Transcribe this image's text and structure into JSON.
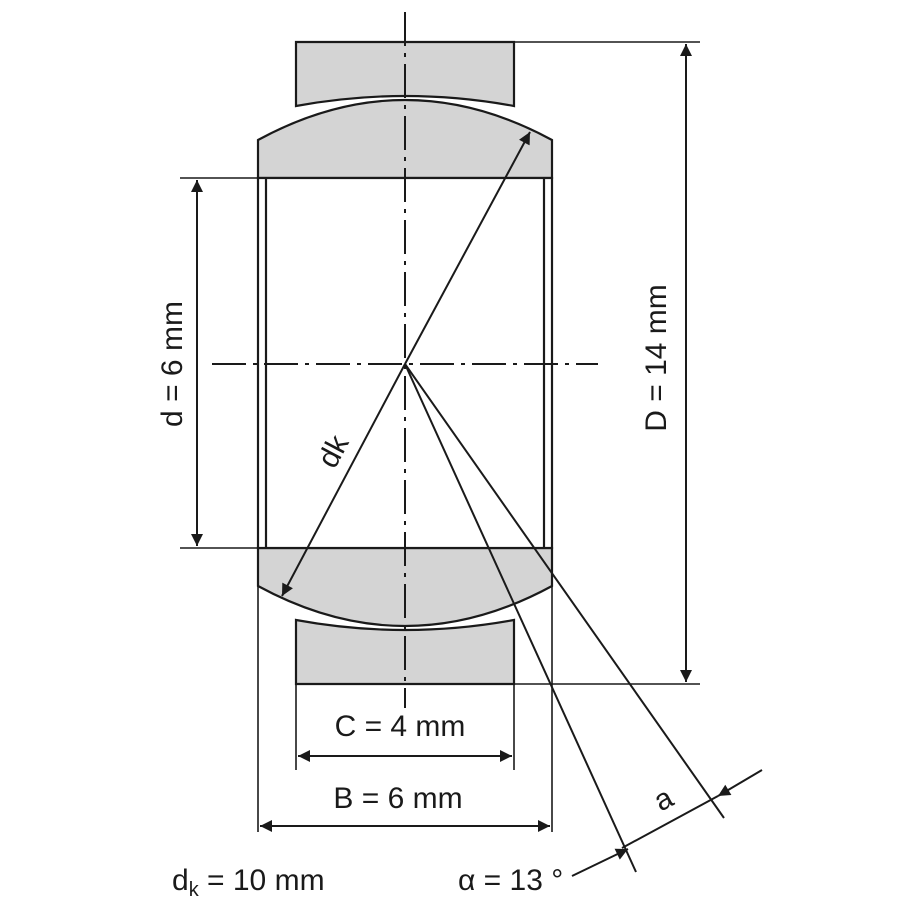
{
  "labels": {
    "bore_diameter": "d = 6 mm",
    "outer_diameter": "D = 14 mm",
    "outer_ring_width": "C = 4 mm",
    "inner_ring_width": "B = 6 mm",
    "ball_diameter_symbol": "dk",
    "ball_diameter_prefix": "d",
    "ball_diameter_subscript": "k",
    "ball_diameter_value": " = 10 mm",
    "tilt_symbol": "a",
    "tilt_angle": "α = 13 °"
  },
  "colors": {
    "line": "#1a1a1a",
    "part_fill": "#d4d4d4",
    "background": "#ffffff"
  }
}
